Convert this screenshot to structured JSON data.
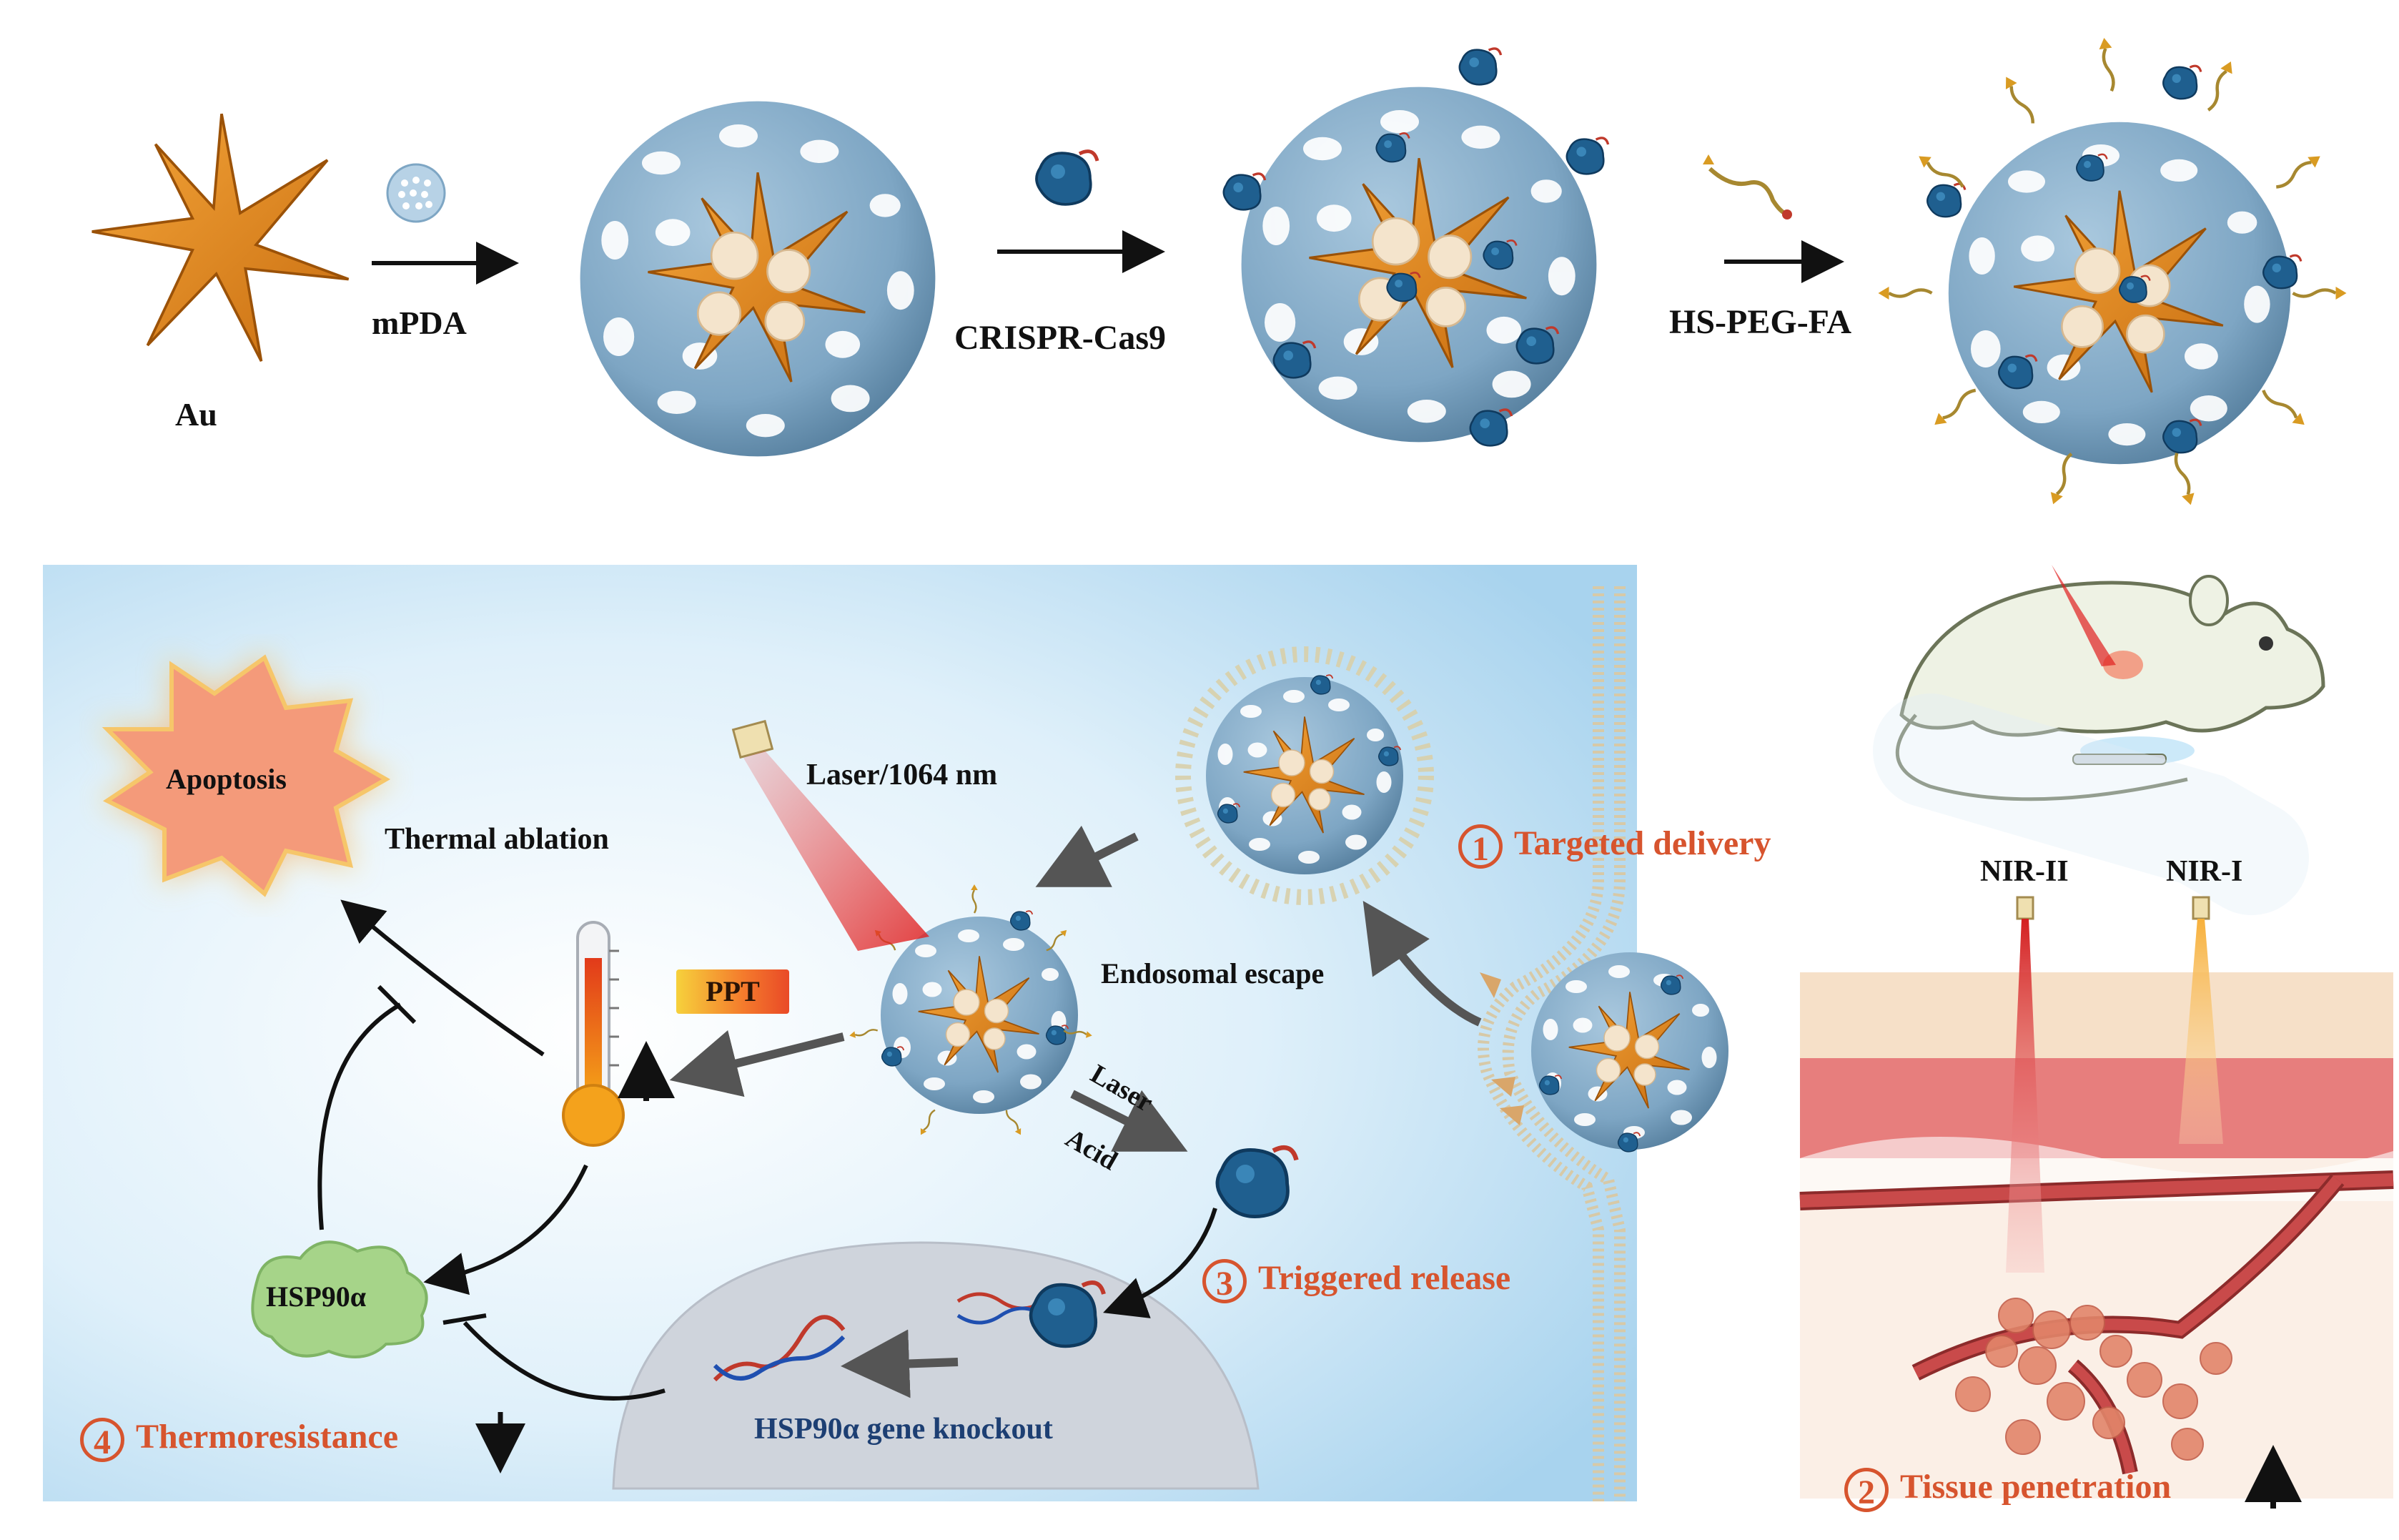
{
  "labels": {
    "au": "Au",
    "mpda": "mPDA",
    "crispr": "CRISPR-Cas9",
    "hspegfa": "HS-PEG-FA",
    "apoptosis": "Apoptosis",
    "thermal_ablation": "Thermal ablation",
    "laser": "Laser/1064 nm",
    "ppt": "PPT",
    "endosomal_escape": "Endosomal escape",
    "laser_small": "Laser",
    "acid": "Acid",
    "hsp90a": "HSP90α",
    "gene_knockout": "HSP90α gene knockout",
    "nir2": "NIR-II",
    "nir1": "NIR-I"
  },
  "steps": [
    {
      "num": "1",
      "text": "Targeted delivery"
    },
    {
      "num": "2",
      "text": "Tissue penetration"
    },
    {
      "num": "3",
      "text": "Triggered release"
    },
    {
      "num": "4",
      "text": "Thermoresistance"
    }
  ],
  "colors": {
    "accent_red": "#d7542e",
    "sphere_blue": "#7ea6c4",
    "gold": "#e38c1e",
    "cas9_blue": "#1f5f8f",
    "background_blue": "#cfe6f5"
  }
}
